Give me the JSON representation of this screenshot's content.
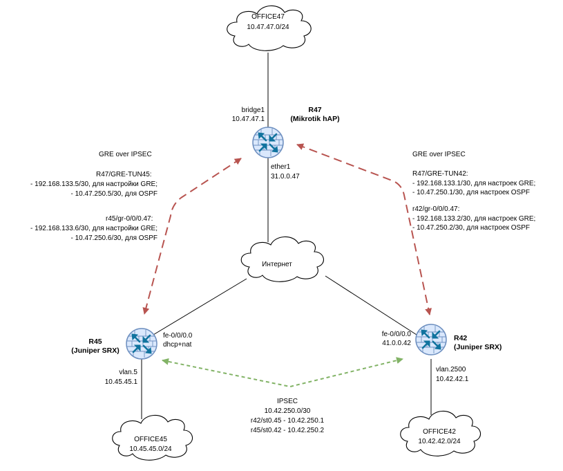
{
  "clouds": {
    "office47": {
      "name": "OFFICE47",
      "subnet": "10.47.47.0/24"
    },
    "internet": {
      "name": "Интернет"
    },
    "office45": {
      "name": "OFFICE45",
      "subnet": "10.45.45.0/24"
    },
    "office42": {
      "name": "OFFICE42",
      "subnet": "10.42.42.0/24"
    }
  },
  "routers": {
    "r47": {
      "name": "R47",
      "model": "(Mikrotik hAP)",
      "lan_if": "bridge1",
      "lan_ip": "10.47.47.1",
      "wan_if": "ether1",
      "wan_ip": "31.0.0.47"
    },
    "r45": {
      "name": "R45",
      "model": "(Juniper SRX)",
      "wan_if": "fe-0/0/0.0",
      "wan_ip": "dhcp+nat",
      "lan_if": "vlan.5",
      "lan_ip": "10.45.45.1"
    },
    "r42": {
      "name": "R42",
      "model": "(Juniper SRX)",
      "wan_if": "fe-0/0/0.0",
      "wan_ip": "41.0.0.42",
      "lan_if": "vlan.2500",
      "lan_ip": "10.42.42.1"
    }
  },
  "tunnels": {
    "gre_left": {
      "title": "GRE over IPSEC",
      "r47_if": "R47/GRE-TUN45:",
      "r47_gre": "- 192.168.133.5/30, для настройки GRE;",
      "r47_ospf": "- 10.47.250.5/30, для OSPF",
      "r45_if": "r45/gr-0/0/0.47:",
      "r45_gre": "- 192.168.133.6/30, для настройки GRE;",
      "r45_ospf": "- 10.47.250.6/30, для OSPF"
    },
    "gre_right": {
      "title": "GRE over IPSEC",
      "r47_if": "R47/GRE-TUN42:",
      "r47_gre": "- 192.168.133.1/30, для настроек GRE;",
      "r47_ospf": "- 10.47.250.1/30, для настроек OSPF",
      "r42_if": "r42/gr-0/0/0.47:",
      "r42_gre": "- 192.168.133.2/30, для настроек GRE;",
      "r42_ospf": "- 10.47.250.2/30, для настроек OSPF"
    },
    "ipsec": {
      "title": "IPSEC",
      "subnet": "10.42.250.0/30",
      "r42_st": "r42/st0.45 - 10.42.250.1",
      "r45_st": "r45/st0.42 - 10.42.250.2"
    }
  },
  "colors": {
    "gre_link": "#b85450",
    "ipsec_link": "#82b366",
    "router_fill": "#dae8fc",
    "router_border": "#6c8ebf",
    "router_arrows": "#10739e"
  },
  "icons": {
    "router": "router-icon",
    "cloud": "cloud-icon"
  }
}
